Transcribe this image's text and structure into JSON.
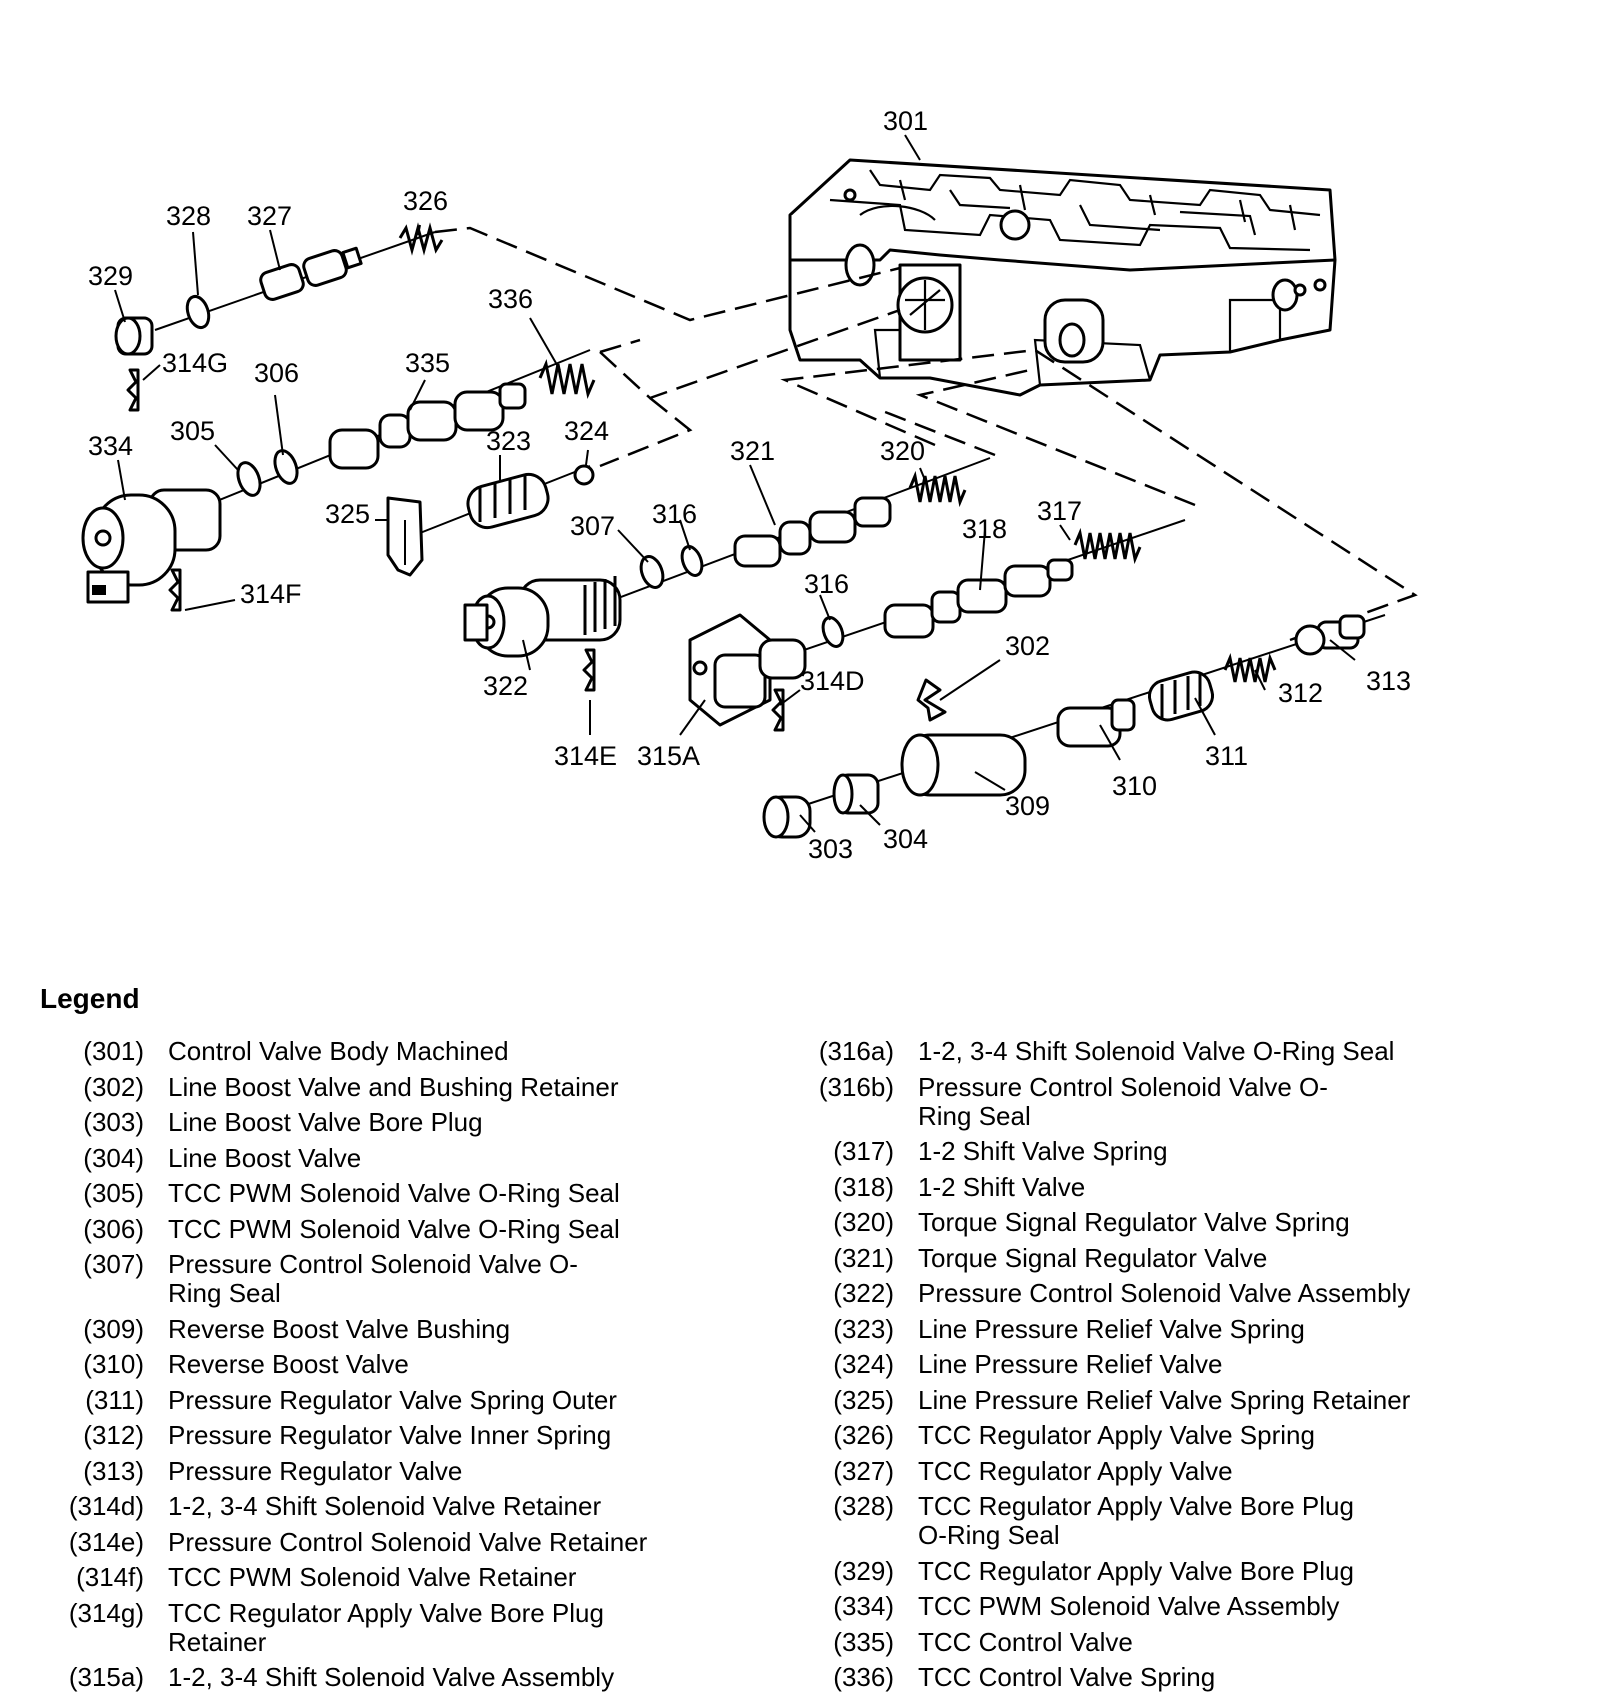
{
  "callouts": [
    "301",
    "302",
    "303",
    "304",
    "309",
    "310",
    "311",
    "312",
    "313",
    "314D",
    "314E",
    "314F",
    "314G",
    "305",
    "306",
    "307",
    "315A",
    "316",
    "316",
    "317",
    "318",
    "320",
    "321",
    "322",
    "323",
    "324",
    "325",
    "326",
    "327",
    "328",
    "329",
    "334",
    "335",
    "336"
  ],
  "legend": {
    "title": "Legend",
    "left": [
      {
        "code": "(301)",
        "desc": "Control Valve Body Machined"
      },
      {
        "code": "(302)",
        "desc": "Line Boost Valve and Bushing Retainer"
      },
      {
        "code": "(303)",
        "desc": "Line Boost Valve Bore Plug"
      },
      {
        "code": "(304)",
        "desc": "Line Boost Valve"
      },
      {
        "code": "(305)",
        "desc": "TCC PWM Solenoid Valve O-Ring Seal"
      },
      {
        "code": "(306)",
        "desc": "TCC PWM Solenoid Valve O-Ring Seal"
      },
      {
        "code": "(307)",
        "desc": "Pressure Control Solenoid Valve O-Ring Seal"
      },
      {
        "code": "(309)",
        "desc": "Reverse Boost Valve Bushing"
      },
      {
        "code": "(310)",
        "desc": "Reverse Boost Valve"
      },
      {
        "code": "(311)",
        "desc": "Pressure Regulator Valve Spring Outer"
      },
      {
        "code": "(312)",
        "desc": "Pressure Regulator Valve Inner Spring"
      },
      {
        "code": "(313)",
        "desc": "Pressure Regulator Valve"
      },
      {
        "code": "(314d)",
        "desc": "1-2, 3-4 Shift Solenoid Valve Retainer"
      },
      {
        "code": "(314e)",
        "desc": "Pressure Control Solenoid Valve Retainer"
      },
      {
        "code": "(314f)",
        "desc": "TCC PWM Solenoid Valve Retainer"
      },
      {
        "code": "(314g)",
        "desc": "TCC Regulator Apply Valve Bore Plug Retainer"
      },
      {
        "code": "(315a)",
        "desc": "1-2, 3-4 Shift Solenoid Valve Assembly"
      }
    ],
    "right": [
      {
        "code": "(316a)",
        "desc": "1-2, 3-4 Shift Solenoid Valve O-Ring Seal"
      },
      {
        "code": "(316b)",
        "desc": "Pressure Control Solenoid Valve O-Ring Seal"
      },
      {
        "code": "(317)",
        "desc": "1-2 Shift Valve Spring"
      },
      {
        "code": "(318)",
        "desc": "1-2 Shift Valve"
      },
      {
        "code": "(320)",
        "desc": "Torque Signal Regulator Valve Spring"
      },
      {
        "code": "(321)",
        "desc": "Torque Signal Regulator Valve"
      },
      {
        "code": "(322)",
        "desc": "Pressure Control Solenoid Valve Assembly"
      },
      {
        "code": "(323)",
        "desc": "Line Pressure Relief Valve Spring"
      },
      {
        "code": "(324)",
        "desc": "Line Pressure Relief Valve"
      },
      {
        "code": "(325)",
        "desc": "Line Pressure Relief Valve Spring Retainer"
      },
      {
        "code": "(326)",
        "desc": "TCC Regulator Apply Valve Spring"
      },
      {
        "code": "(327)",
        "desc": "TCC Regulator Apply Valve"
      },
      {
        "code": "(328)",
        "desc": "TCC Regulator Apply Valve Bore Plug O-Ring Seal"
      },
      {
        "code": "(329)",
        "desc": "TCC Regulator Apply Valve Bore Plug"
      },
      {
        "code": "(334)",
        "desc": "TCC PWM Solenoid Valve Assembly"
      },
      {
        "code": "(335)",
        "desc": "TCC Control Valve"
      },
      {
        "code": "(336)",
        "desc": "TCC Control Valve Spring"
      }
    ]
  }
}
